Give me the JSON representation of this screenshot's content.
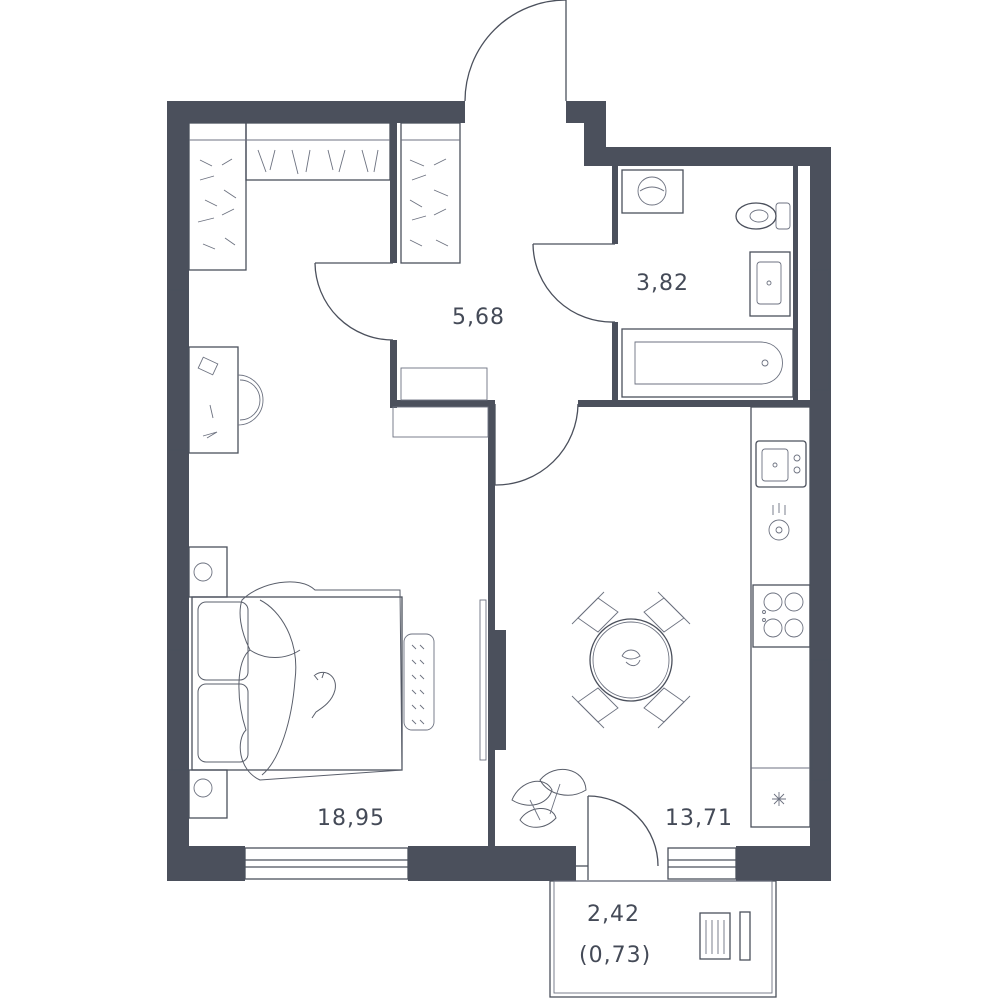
{
  "colors": {
    "wall": "#4b505c",
    "line": "#6d7280",
    "background": "#ffffff",
    "label": "#444a57"
  },
  "rooms": {
    "bedroom_area": "18,95",
    "hall_area": "5,68",
    "bathroom_area": "3,82",
    "kitchen_area": "13,71",
    "balcony_area": "2,42",
    "balcony_reduced_area": "(0,73)"
  },
  "icons": [
    "wardrobe-icon",
    "desk-icon",
    "bed-icon",
    "cat-icon",
    "washing-machine-icon",
    "toilet-icon",
    "sink-icon",
    "bathtub-icon",
    "stove-icon",
    "dining-table-icon",
    "plant-icon",
    "deck-chair-icon"
  ]
}
